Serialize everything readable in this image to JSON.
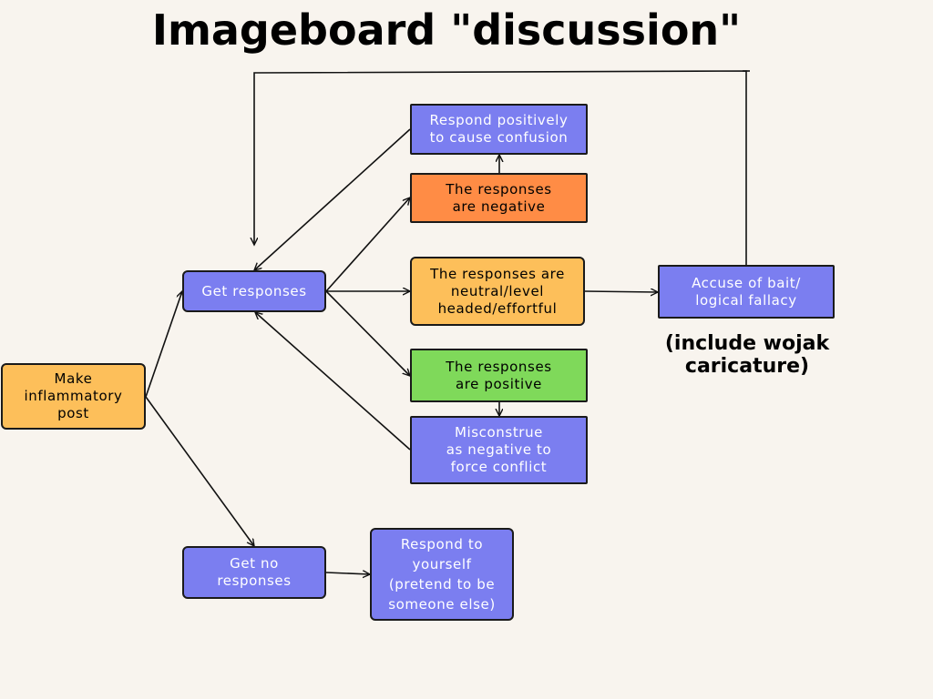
{
  "title": "Imageboard \"discussion\"",
  "colors": {
    "background": "#f8f4ee",
    "blue": "#7b7ef0",
    "yellow": "#fdbf5a",
    "orange": "#ff8c45",
    "green": "#7fd95a",
    "line": "#111111"
  },
  "nodes": {
    "make_post": "Make\ninflammatory\npost",
    "get_responses": "Get responses",
    "get_no_responses": "Get no\nresponses",
    "respond_to_yourself": "Respond to\nyourself\n(pretend to be\nsomeone else)",
    "respond_positively": "Respond positively\nto cause confusion",
    "responses_negative": "The responses\nare negative",
    "responses_neutral": "The responses are\nneutral/level\nheaded/effortful",
    "responses_positive": "The responses\nare positive",
    "misconstrue": "Misconstrue\nas negative to\nforce conflict",
    "accuse": "Accuse of bait/\nlogical fallacy"
  },
  "note": "(include wojak\ncaricature)"
}
